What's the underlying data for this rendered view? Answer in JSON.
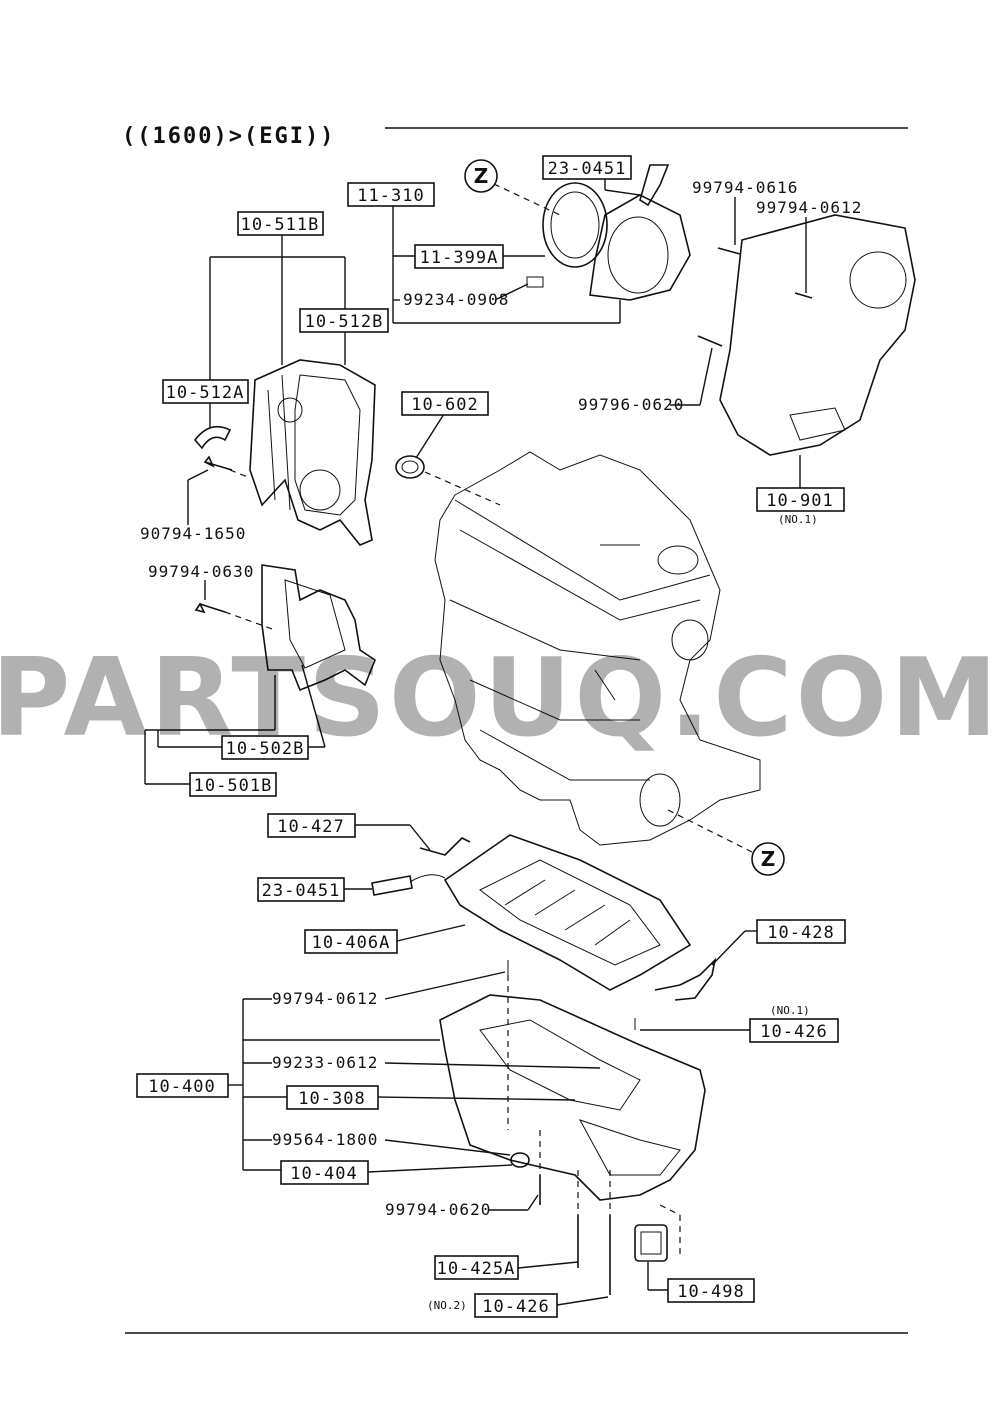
{
  "header": {
    "title": "((1600)>(EGI))"
  },
  "watermark": "PARTSOUQ.COM",
  "reference_marks": [
    "Z",
    "Z"
  ],
  "boxed_parts": [
    "23-0451",
    "11-310",
    "11-399A",
    "10-511B",
    "10-512B",
    "10-512A",
    "10-602",
    "10-901",
    "10-502B",
    "10-501B",
    "10-427",
    "23-0451",
    "10-406A",
    "10-428",
    "10-426",
    "10-400",
    "10-308",
    "10-404",
    "10-425A",
    "10-498",
    "10-426"
  ],
  "part_numbers": [
    "99794-0616",
    "99794-0612",
    "99234-0908",
    "99796-0620",
    "90794-1650",
    "99794-0630",
    "99794-0612",
    "99233-0612",
    "99564-1800",
    "99794-0620"
  ],
  "notes": [
    "(NO.1)",
    "(NO.1)",
    "(NO.2)"
  ],
  "colors": {
    "ink": "#111111",
    "paper": "#ffffff",
    "watermark": "#000000"
  }
}
